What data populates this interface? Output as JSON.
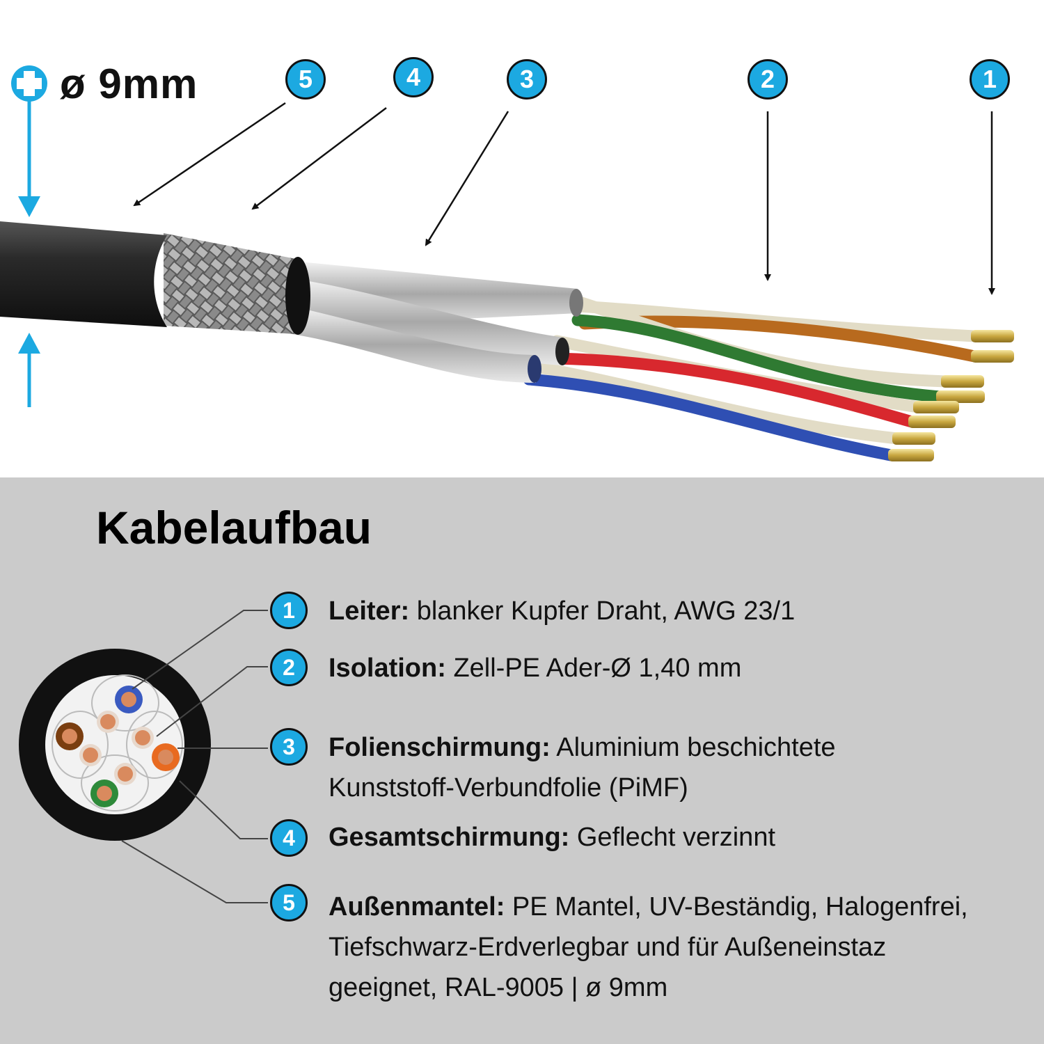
{
  "header": {
    "diameter": "ø 9mm"
  },
  "callouts": [
    "1",
    "2",
    "3",
    "4",
    "5"
  ],
  "legend": {
    "title": "Kabelaufbau",
    "items": [
      {
        "num": "1",
        "label": "Leiter:",
        "text": "blanker Kupfer Draht, AWG 23/1"
      },
      {
        "num": "2",
        "label": "Isolation:",
        "text": "Zell-PE Ader-Ø 1,40 mm"
      },
      {
        "num": "3",
        "label": "Folienschirmung:",
        "text": "Aluminium beschichtete Kunststoff-Verbundfolie (PiMF)"
      },
      {
        "num": "4",
        "label": "Gesamtschirmung:",
        "text": "Geflecht verzinnt"
      },
      {
        "num": "5",
        "label": "Außenmantel:",
        "text": "PE Mantel, UV-Beständig, Halogenfrei, Tiefschwarz-Erdverlegbar und für Außeneinstaz geeignet, RAL-9005 | ø 9mm"
      }
    ]
  },
  "colors": {
    "accent": "#1ca9e1",
    "jacket": "#222222",
    "panel": "#cbcbcb"
  }
}
